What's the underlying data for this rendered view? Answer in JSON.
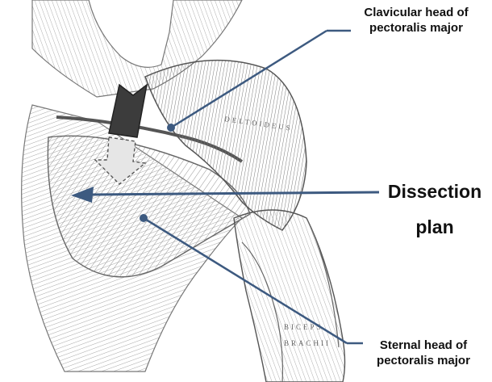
{
  "labels": {
    "clavicular_line1": "Clavicular head of",
    "clavicular_line2": "pectoralis major",
    "dissection_line1": "Dissection",
    "dissection_line2": "plan",
    "sternal_line1": "Sternal head of",
    "sternal_line2": "pectoralis major"
  },
  "engraving_text": {
    "deltoid": "DELTOIDEUS",
    "biceps": "BICEPS",
    "brachii": "BRACHII"
  },
  "colors": {
    "pointer_line": "#3d5a80",
    "arrow_dark": "#3c3c3c",
    "arrow_light": "#e6e6e6",
    "ink": "#555555"
  }
}
